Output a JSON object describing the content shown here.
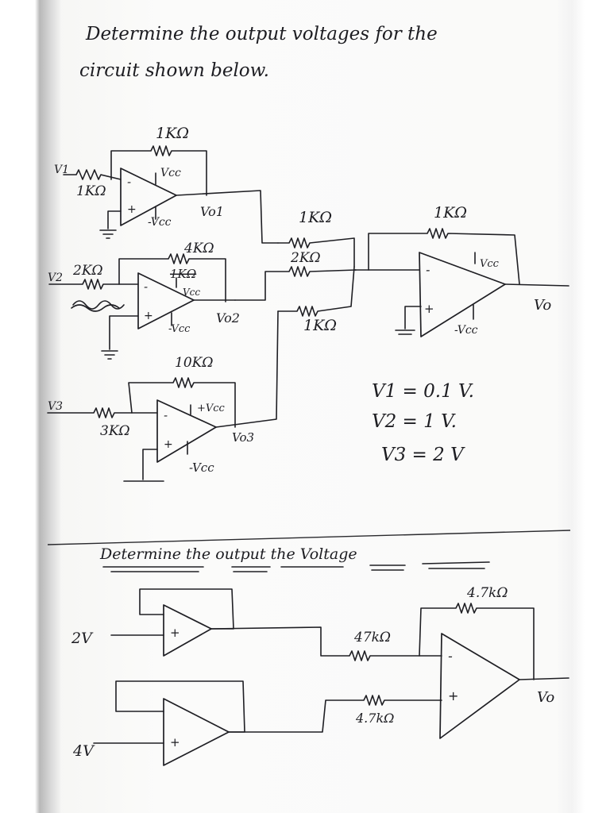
{
  "problem1": {
    "title_line1": "Determine the output voltages for the",
    "title_line2": "circuit shown below.",
    "r1f": "1KΩ",
    "r1in": "1KΩ",
    "v1_label": "V1",
    "vcc_pos_1": "Vcc",
    "vcc_neg_1": "-Vcc",
    "vo1": "Vo1",
    "v2_label": "V2",
    "r2in": "2KΩ",
    "r2f": "4KΩ",
    "r2f_crossed": "1KΩ",
    "vcc_pos_2": "Vcc",
    "vcc_neg_2": "-Vcc",
    "vo2": "Vo2",
    "v3_label": "V3",
    "r3in": "3KΩ",
    "r3f": "10KΩ",
    "vcc_pos_3": "+Vcc",
    "vcc_neg_3": "-Vcc",
    "vo3": "Vo3",
    "rs1": "1KΩ",
    "rs2": "2KΩ",
    "rs3": "1KΩ",
    "rsf": "1KΩ",
    "vcc_pos_s": "Vcc",
    "vcc_neg_s": "-Vcc",
    "vo": "Vo",
    "given": [
      "V1 = 0.1 V.",
      "V2 = 1 V.",
      "V3 = 2 V"
    ]
  },
  "problem2": {
    "title": "Determine the output the Voltage",
    "in_a": "2V",
    "in_b": "4V",
    "r_in_a": "47kΩ",
    "r_in_b": "4.7kΩ",
    "r_f": "4.7kΩ",
    "plus_a": "+",
    "plus_b": "+",
    "plus_c": "+",
    "minus_c": "-",
    "vo": "Vo"
  }
}
